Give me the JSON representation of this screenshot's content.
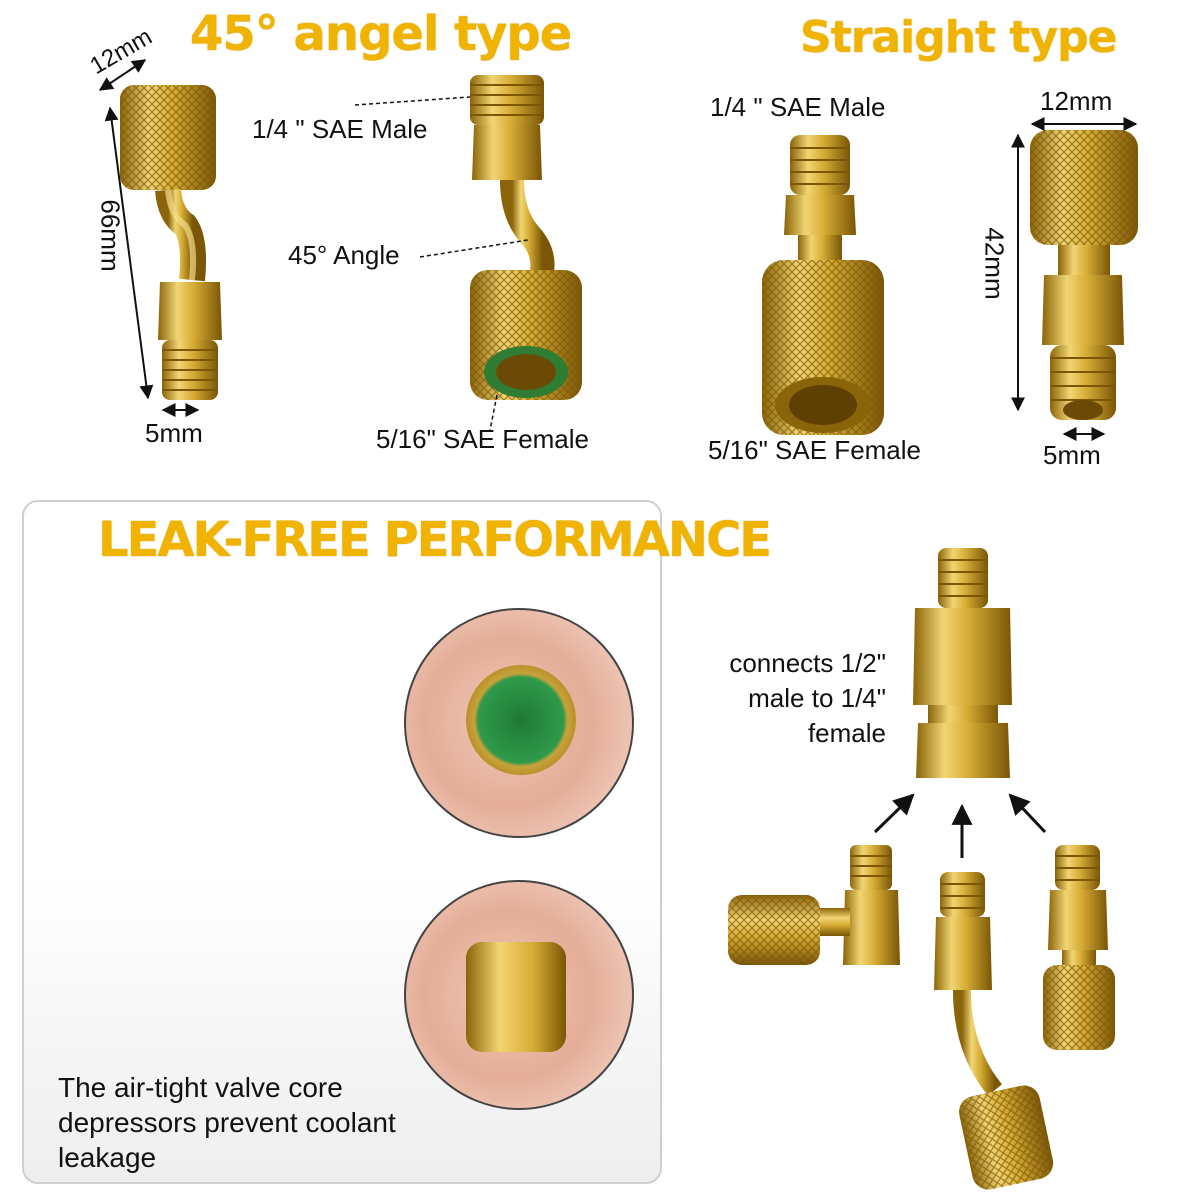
{
  "angel_section": {
    "title": "45° angel type",
    "dim_width": "12mm",
    "dim_length": "66mm",
    "dim_bore": "5mm",
    "label_male": "1/4 \" SAE Male",
    "label_angle": "45° Angle",
    "label_female": "5/16\" SAE Female"
  },
  "straight_section": {
    "title": "Straight type",
    "label_male": "1/4 \" SAE Male",
    "label_female": "5/16\" SAE Female",
    "dim_width": "12mm",
    "dim_length": "42mm",
    "dim_bore": "5mm"
  },
  "leak_panel": {
    "title": "LEAK-FREE PERFORMANCE",
    "caption": "The air-tight valve core depressors prevent coolant leakage"
  },
  "connect_section": {
    "caption": "connects 1/2\" male to 1/4\" female"
  },
  "colors": {
    "title_gold": "#f0b400",
    "brass": "#d8b23a",
    "brass_dark": "#9c7410"
  }
}
